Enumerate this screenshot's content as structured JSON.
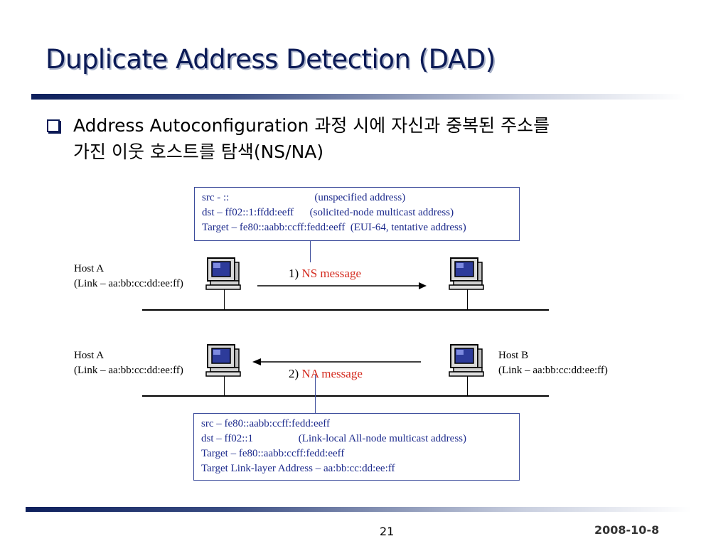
{
  "slide": {
    "title": "Duplicate Address Detection (DAD)",
    "bullet": {
      "line1": "Address Autoconfiguration 과정 시에 자신과 중복된 주소를",
      "line2": "가진 이웃 호스트를 탐색(NS/NA)"
    },
    "ns_box": {
      "line1": "src - ::                                (unspecified address)",
      "line2": "dst – ff02::1:ffdd:eeff      (solicited-node multicast address)",
      "line3": "Target – fe80::aabb:ccff:fedd:eeff  (EUI-64, tentative address)"
    },
    "na_box": {
      "line1": "src – fe80::aabb:ccff:fedd:eeff",
      "line2": "dst – ff02::1                 (Link-local All-node multicast address)",
      "line3": "Target – fe80::aabb:ccff:fedd:eeff",
      "line4": "Target Link-layer Address – aa:bb:cc:dd:ee:ff"
    },
    "step1": {
      "prefix": "1) ",
      "label": "NS message"
    },
    "step2": {
      "prefix": "2) ",
      "label": "NA message"
    },
    "host_a_top": {
      "name": "Host A",
      "link": "(Link – aa:bb:cc:dd:ee:ff)"
    },
    "host_a_bottom": {
      "name": "Host A",
      "link": "(Link – aa:bb:cc:dd:ee:ff)"
    },
    "host_b": {
      "name": "Host B",
      "link": "(Link – aa:bb:cc:dd:ee:ff)"
    },
    "page_number": "21",
    "date": "2008-10-8"
  },
  "icons": [
    "computer-icon"
  ],
  "colors": {
    "title": "#0b1a56",
    "box_text": "#1c2a8c",
    "message_highlight": "#d42a1e"
  }
}
